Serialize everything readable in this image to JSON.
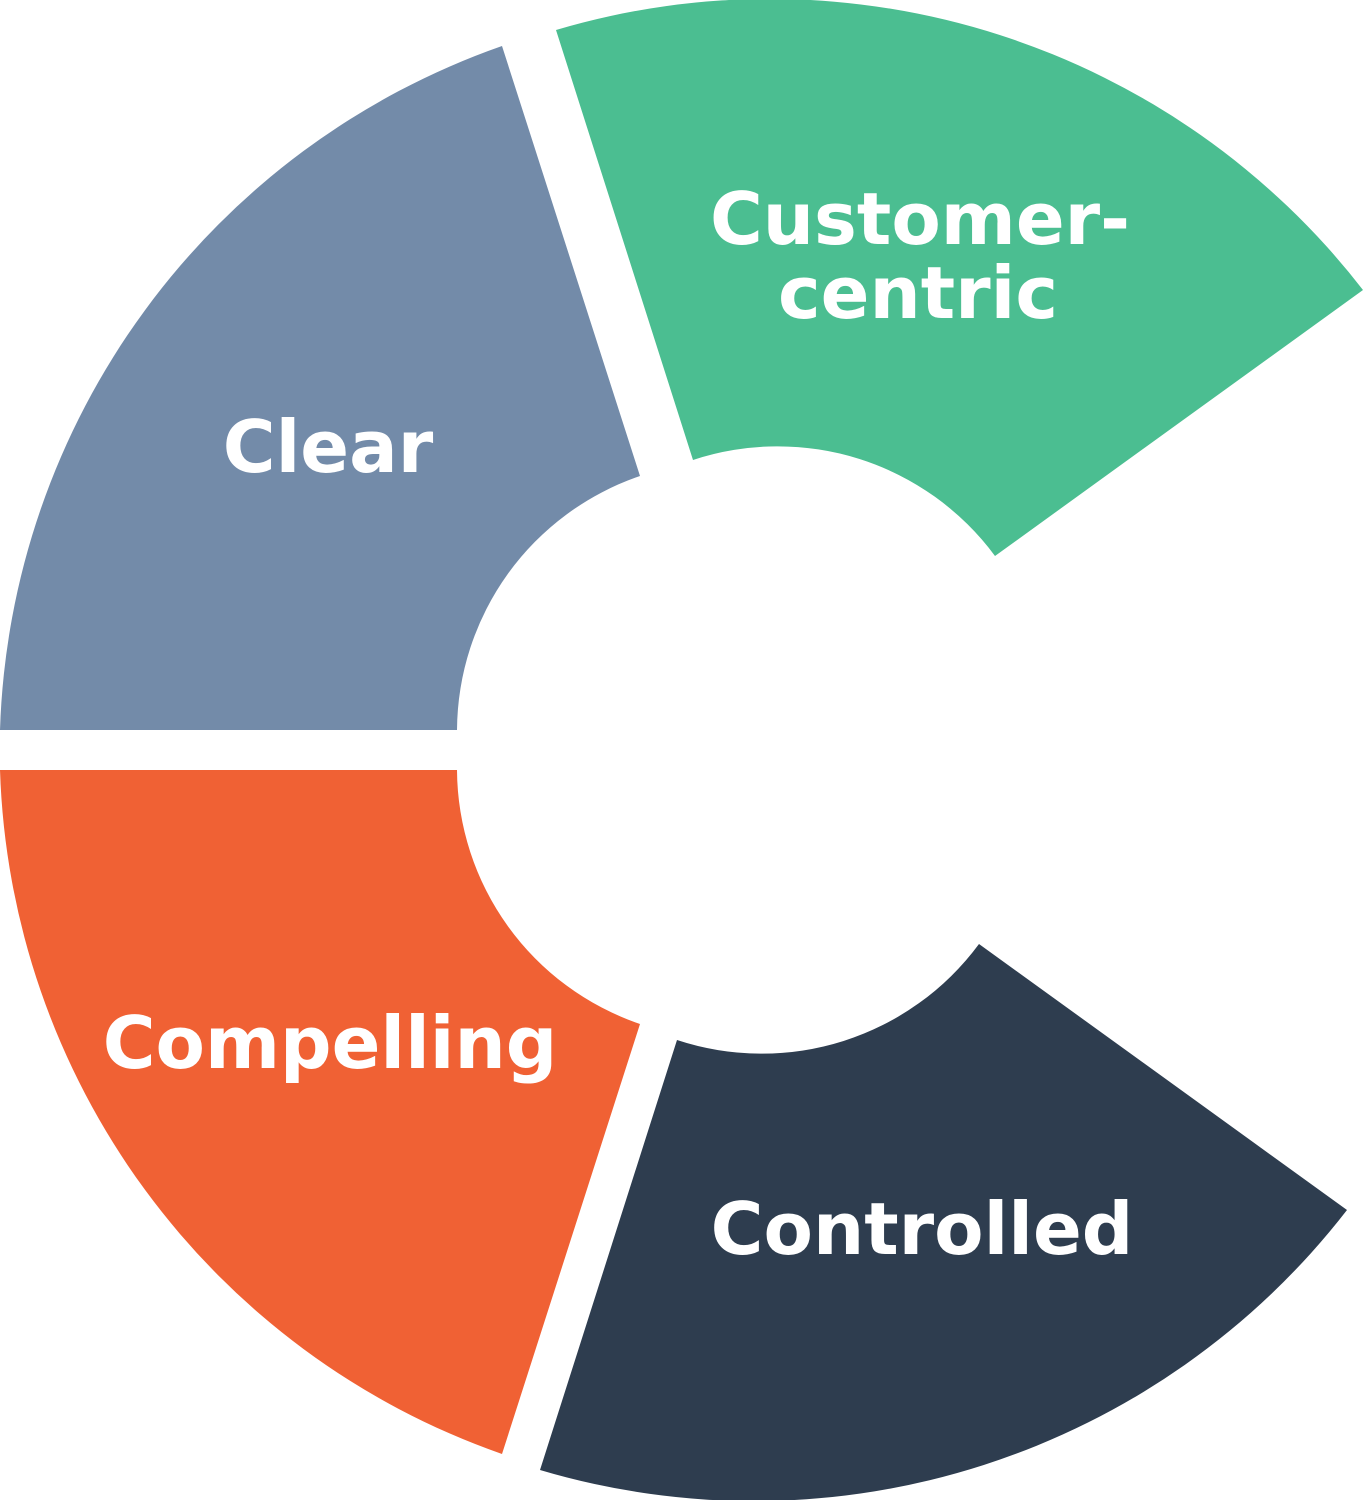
{
  "segments": [
    {
      "id": "clear",
      "label": "Clear",
      "color": "#738ba9"
    },
    {
      "id": "customer-centric",
      "label_line1": "Customer-",
      "label_line2": "centric",
      "color": "#4bbe91"
    },
    {
      "id": "compelling",
      "label": "Compelling",
      "color": "#f06134"
    },
    {
      "id": "controlled",
      "label": "Controlled",
      "color": "#2e3d4f"
    }
  ]
}
